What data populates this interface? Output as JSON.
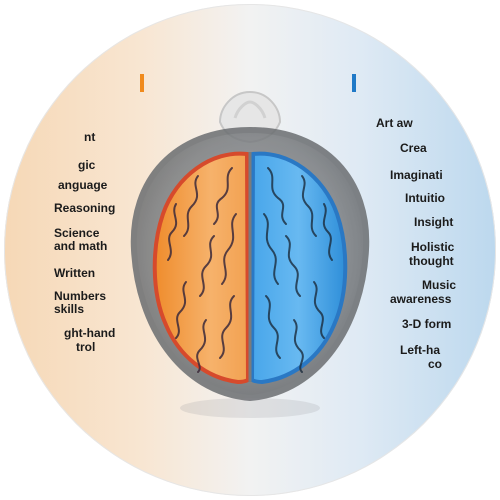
{
  "left_labels": [
    {
      "text": "nt"
    },
    {
      "text": "gic"
    },
    {
      "text": "anguage"
    },
    {
      "text": "Reasoning"
    },
    {
      "text": "Science"
    },
    {
      "text": "and math"
    },
    {
      "text": "Written"
    },
    {
      "text": "Numbers"
    },
    {
      "text": "skills"
    },
    {
      "text": "ght-hand"
    },
    {
      "text": "trol"
    }
  ],
  "right_labels": [
    {
      "text": "Art aw"
    },
    {
      "text": "Crea"
    },
    {
      "text": "Imaginati"
    },
    {
      "text": "Intuitio"
    },
    {
      "text": "Insight"
    },
    {
      "text": "Holistic"
    },
    {
      "text": "thought"
    },
    {
      "text": "Music"
    },
    {
      "text": "awareness"
    },
    {
      "text": "3-D form"
    },
    {
      "text": "Left-ha"
    },
    {
      "text": "co"
    }
  ],
  "colors": {
    "left_bg": "#f6d8b6",
    "right_bg": "#bcd8ee",
    "left_hemisphere": "#f3a85a",
    "right_hemisphere": "#3b9ee3",
    "accent_orange": "#f08a1c",
    "accent_blue": "#1f79c7"
  }
}
